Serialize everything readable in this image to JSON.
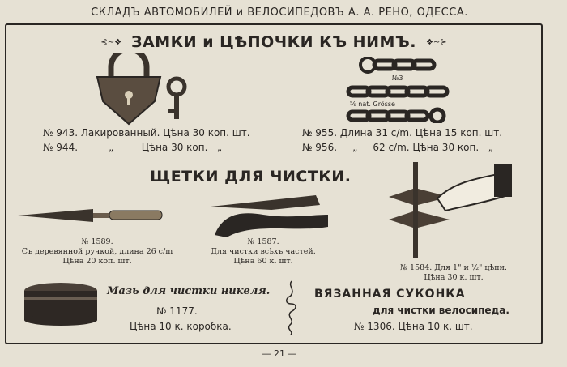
{
  "header": "СКЛАДЪ АВТОМОБИЛЕЙ и ВЕЛОСИПЕДОВЪ А. А. РЕНО, ОДЕССА.",
  "section1": {
    "title": "ЗАМКИ и ЦѢПОЧКИ КЪ НИМЪ.",
    "locks": [
      {
        "text": "№ 943. Лакированный. Цѣна 30 коп. шт."
      },
      {
        "text": "№ 944.          „         Цѣна 30 коп.   „"
      }
    ],
    "chains": [
      {
        "text": "№ 955. Длина 31 c/m. Цѣна 15 коп. шт."
      },
      {
        "text": "№ 956.     „     62 c/m. Цѣна 30 коп.   „"
      }
    ],
    "chain_label_num": "№3",
    "chain_label_size": "⅝ nat. Grösse"
  },
  "section2": {
    "title": "ЩЕТКИ ДЛЯ ЧИСТКИ.",
    "items": [
      {
        "num": "№ 1589.",
        "desc": "Съ деревянной ручкой, длина 26 c/m",
        "price": "Цѣна 20 коп. шт."
      },
      {
        "num": "№ 1587.",
        "desc": "Для чистки всѣхъ частей.",
        "price": "Цѣна 60 к. шт."
      },
      {
        "num": "№ 1584. Для 1\" и ½\" цѣпи.",
        "price": "Цѣна 30 к. шт."
      }
    ]
  },
  "section3": {
    "polish": {
      "title": "Мазь для чистки никеля.",
      "num": "№ 1177.",
      "price": "Цѣна 10 к. коробка."
    },
    "cloth": {
      "title": "ВЯЗАННАЯ СУКОНКА",
      "subtitle": "для чистки велосипеда.",
      "price": "№ 1306. Цѣна 10 к. шт."
    }
  },
  "page_number": "— 21 —"
}
